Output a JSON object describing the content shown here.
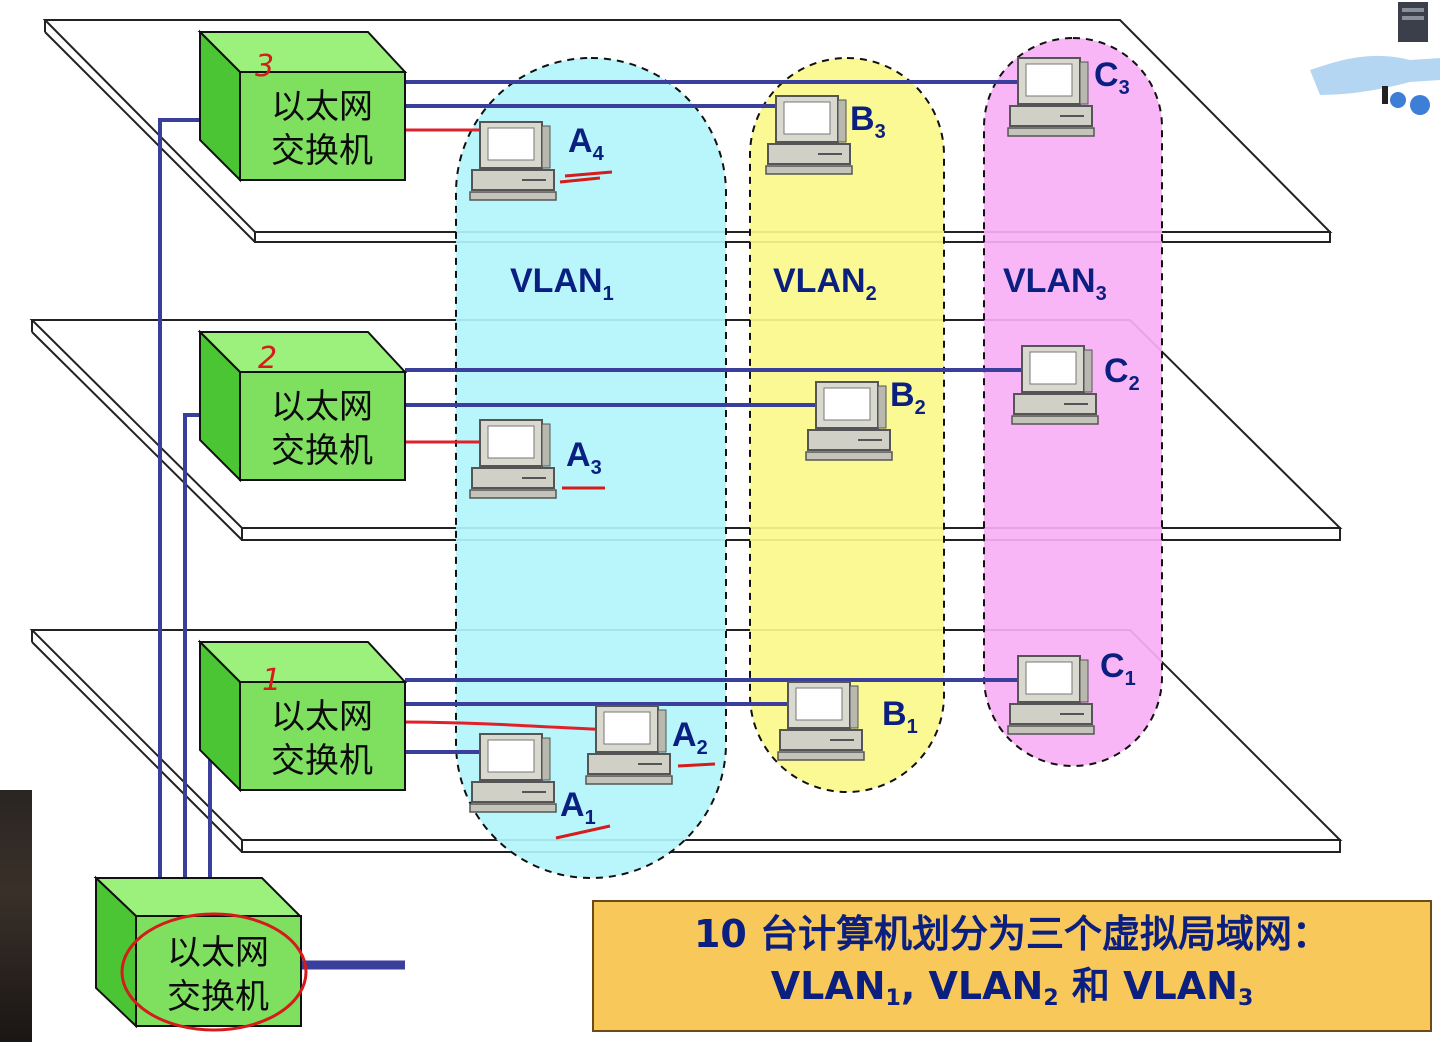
{
  "switch_label_line1": "以太网",
  "switch_label_line2": "交换机",
  "floor_annotations": [
    "3",
    "2",
    "1"
  ],
  "vlans": [
    {
      "label": "VLAN",
      "sub": "1",
      "color": "#b3f5fb"
    },
    {
      "label": "VLAN",
      "sub": "2",
      "color": "#fbf98a"
    },
    {
      "label": "VLAN",
      "sub": "3",
      "color": "#f7b0f5"
    }
  ],
  "hosts": [
    {
      "id": "A4",
      "letter": "A",
      "sub": "4"
    },
    {
      "id": "A3",
      "letter": "A",
      "sub": "3"
    },
    {
      "id": "A2",
      "letter": "A",
      "sub": "2"
    },
    {
      "id": "A1",
      "letter": "A",
      "sub": "1"
    },
    {
      "id": "B3",
      "letter": "B",
      "sub": "3"
    },
    {
      "id": "B2",
      "letter": "B",
      "sub": "2"
    },
    {
      "id": "B1",
      "letter": "B",
      "sub": "1"
    },
    {
      "id": "C3",
      "letter": "C",
      "sub": "3"
    },
    {
      "id": "C2",
      "letter": "C",
      "sub": "2"
    },
    {
      "id": "C1",
      "letter": "C",
      "sub": "1"
    }
  ],
  "caption": {
    "line1": "10 台计算机划分为三个虚拟局域网：",
    "line2_parts": [
      "VLAN",
      "1",
      ", VLAN",
      "2",
      " 和 VLAN",
      "3"
    ]
  },
  "colors": {
    "switch_face": "#7fe060",
    "switch_top": "#9cf07c",
    "switch_side": "#4cc534",
    "trunk_line": "#3a3f9c",
    "vlan_a_link": "#e0202a",
    "annotation_ink": "#d41c1c"
  }
}
